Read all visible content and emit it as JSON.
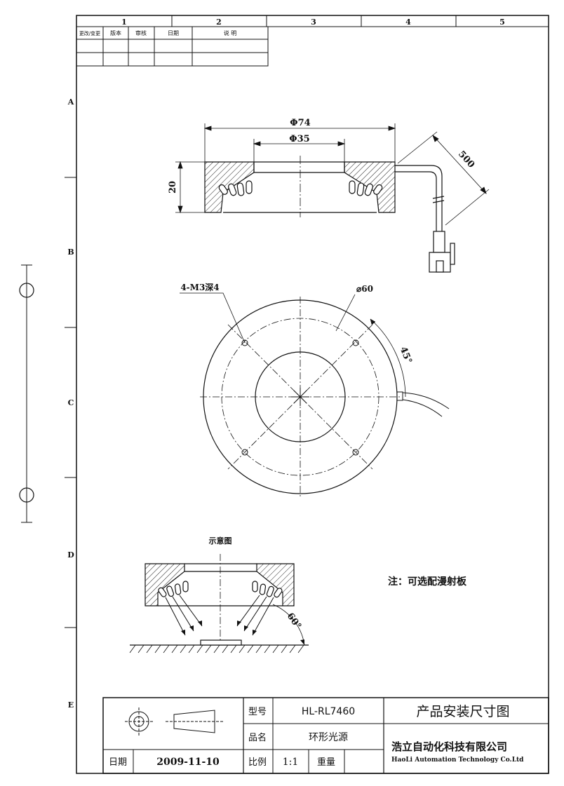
{
  "border": {
    "col_labels": [
      "1",
      "2",
      "3",
      "4",
      "5"
    ],
    "row_labels": [
      "A",
      "B",
      "C",
      "D",
      "E"
    ]
  },
  "revision_table": {
    "headers": [
      "更改/变更",
      "版本",
      "审核",
      "日期",
      "说 明"
    ]
  },
  "side_view": {
    "dim_outer": "Φ74",
    "dim_inner": "Φ35",
    "dim_height": "20",
    "dim_cable": "500"
  },
  "top_view": {
    "hole_label": "4-M3深4",
    "pcd_label": "⌀60",
    "angle_label": "45°"
  },
  "schematic": {
    "title": "示意图",
    "angle_label": "60°",
    "note": "注：可选配漫射板"
  },
  "title_block": {
    "model_label": "型号",
    "model_value": "HL-RL7460",
    "name_label": "品名",
    "name_value": "环形光源",
    "scale_label": "比例",
    "scale_value": "1:1",
    "weight_label": "重量",
    "date_label": "日期",
    "date_value": "2009-11-10",
    "drawing_title": "产品安装尺寸图",
    "company_cn": "浩立自动化科技有限公司",
    "company_en": "HaoLi Automation Technology Co.Ltd"
  }
}
